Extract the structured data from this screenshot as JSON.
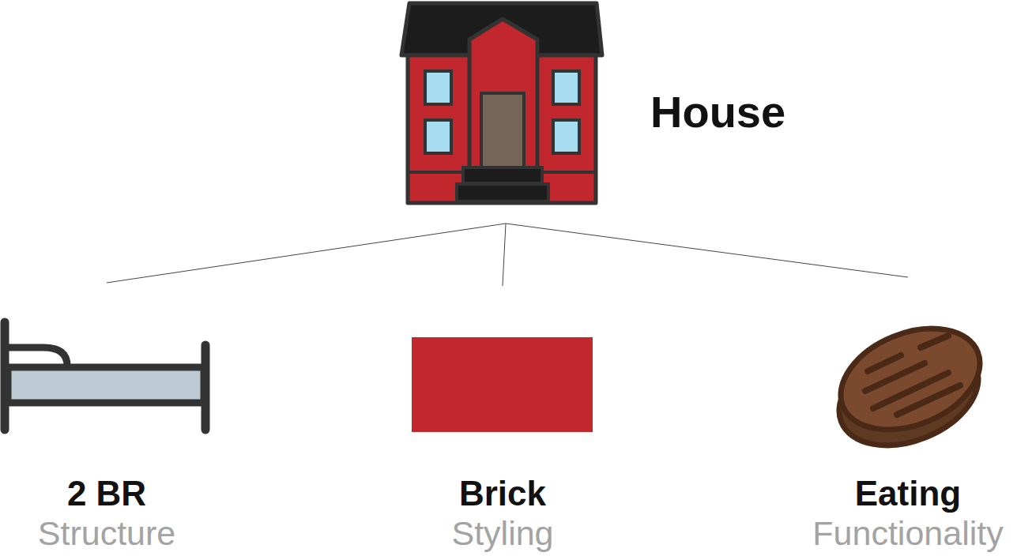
{
  "diagram": {
    "nodes": [
      {
        "text": [
          "House"
        ]
      },
      {
        "text": [
          "2 BR",
          "Structure"
        ]
      },
      {
        "text": [
          "Brick",
          "Styling"
        ]
      },
      {
        "text": [
          "Eating",
          "Functionality"
        ]
      }
    ],
    "edges": [
      {
        "from": 0,
        "to": 1,
        "arrow": "none"
      },
      {
        "from": 0,
        "to": 2,
        "arrow": "none"
      },
      {
        "from": 0,
        "to": 3,
        "arrow": "none"
      }
    ]
  }
}
